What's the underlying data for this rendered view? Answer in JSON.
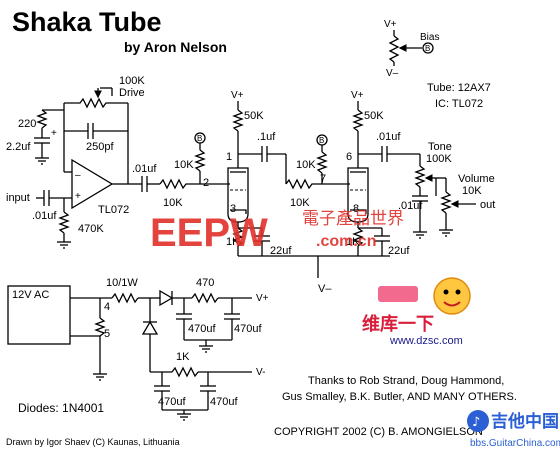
{
  "title": "Shaka Tube",
  "author": "by Aron Nelson",
  "bias": {
    "top": "V+",
    "label": "Bias",
    "node": "B",
    "bottom": "V–"
  },
  "tube_info": {
    "tube": "Tube: 12AX7",
    "ic": "IC: TL072"
  },
  "input_stage": {
    "drive_pot": "100K",
    "drive_label": "Drive",
    "r_feedback": "220",
    "c_feedback": "2.2uf",
    "c_drive": "250pf",
    "input_label": "input",
    "c_input": ".01uf",
    "r_input": "470K",
    "opamp": "TL072",
    "c_out": ".01uf",
    "r_out": "10K"
  },
  "tube_stage": {
    "vplus1": "V+",
    "vplus2": "V+",
    "r_plate1": "50K",
    "r_plate2": "50K",
    "c_couple1": ".1uf",
    "c_couple2": ".01uf",
    "r_grid1": "10K",
    "r_grid2": "10K",
    "r_grid3": "10K",
    "r_grid4": "10K",
    "pin1": "1",
    "pin2": "2",
    "pin3": "3",
    "pin6": "6",
    "pin7": "7",
    "pin8": "8",
    "node_b1": "B",
    "node_b2": "B",
    "r_cathode1": "1K",
    "r_cathode2": "1K",
    "c_cathode1": "22uf",
    "c_cathode2": "22uf",
    "vminus": "V–"
  },
  "tone_stage": {
    "tone_label": "Tone",
    "tone_pot": "100K",
    "volume_label": "Volume",
    "volume_pot": "10K",
    "c_tone": ".01uf",
    "out_label": "out"
  },
  "power_supply": {
    "supply": "12V AC",
    "r_series": "10/1W",
    "pin4": "4",
    "pin5": "5",
    "r_pos": "470",
    "c_pos1": "470uf",
    "c_pos2": "470uf",
    "vplus": "V+",
    "r_neg": "1K",
    "c_neg1": "470uf",
    "c_neg2": "470uf",
    "vminus": "V-",
    "diodes": "Diodes: 1N4001"
  },
  "credits": {
    "thanks1": "Thanks to Rob Strand, Doug Hammond,",
    "thanks2": "Gus Smalley, B.K. Butler, AND MANY OTHERS.",
    "copyright": "COPYRIGHT 2002 (C) B. AMONGIELSON",
    "drawn_by": "Drawn by Igor Shaev (C) Kaunas, Lithuania"
  },
  "watermarks": {
    "eepw": "EEPW",
    "eepw_cn": "電子產品世界",
    "eepw_url": ".com.cn",
    "dzsc_cn": "维库一下",
    "dzsc_url": "www.dzsc.com",
    "guitar_cn": "吉他中国",
    "guitar_url": "bbs.GuitarChina.com"
  },
  "colors": {
    "ink": "#000000",
    "background": "#ffffff",
    "watermark_red": "#e0302a",
    "watermark_green": "#3aa64b",
    "watermark_blue": "#2b5fd3"
  }
}
